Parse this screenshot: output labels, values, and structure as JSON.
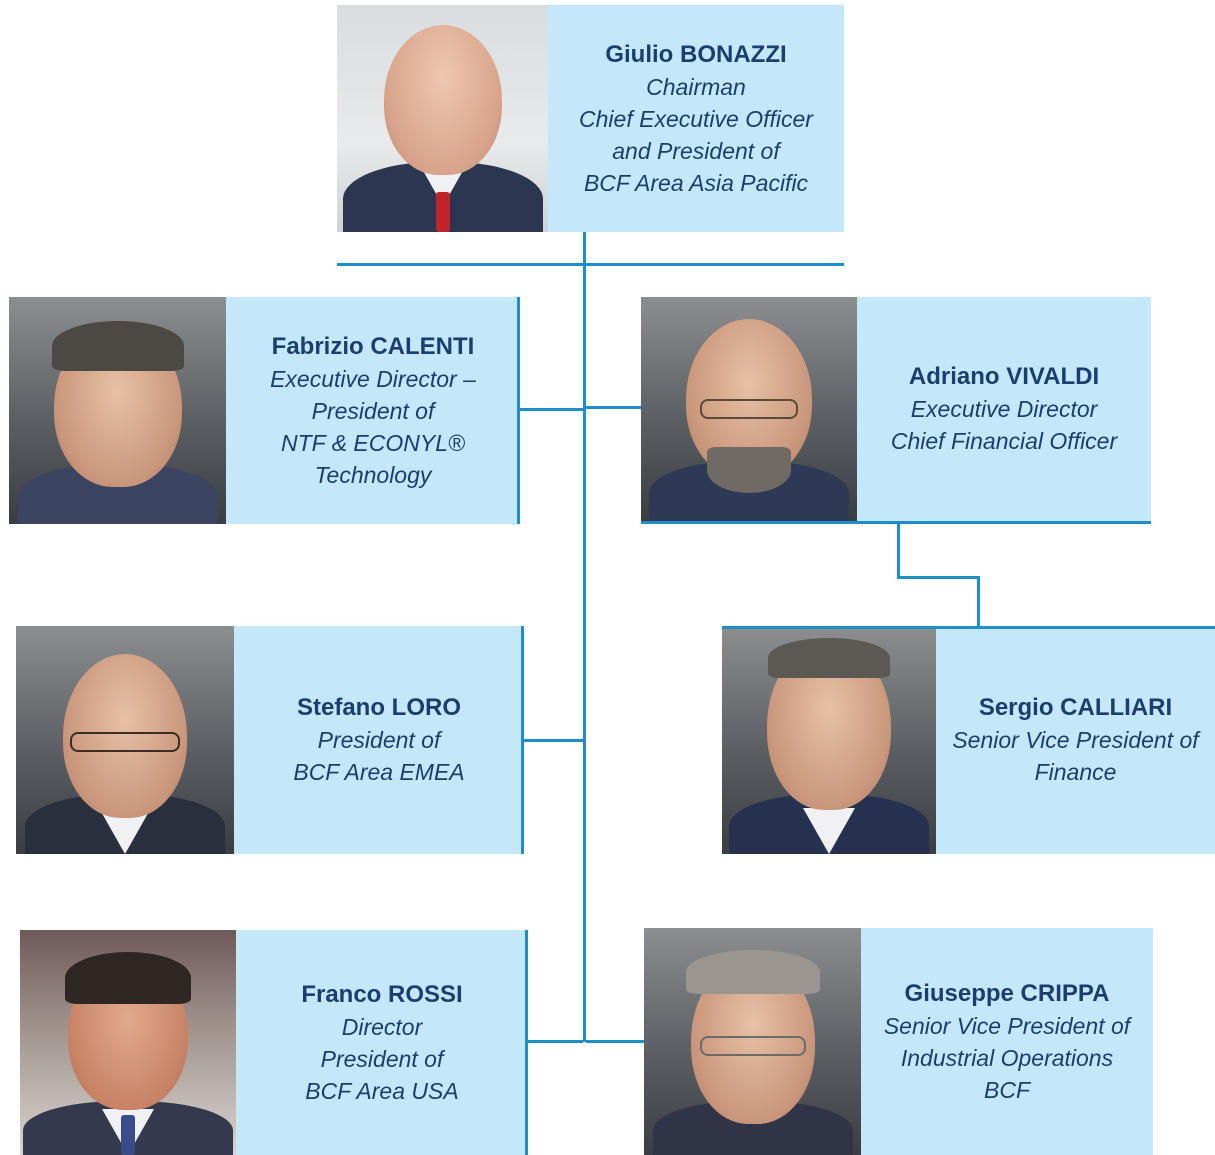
{
  "nodes": [
    {
      "id": "bonazzi",
      "name": "Giulio BONAZZI",
      "roles": [
        "Chairman",
        "Chief Executive Officer",
        "and President of",
        "BCF Area Asia Pacific"
      ]
    },
    {
      "id": "calenti",
      "name": "Fabrizio CALENTI",
      "roles": [
        "Executive Director –",
        "President of",
        "NTF & ECONYL®",
        "Technology"
      ]
    },
    {
      "id": "vivaldi",
      "name": "Adriano VIVALDI",
      "roles": [
        "Executive Director",
        "Chief Financial Officer"
      ]
    },
    {
      "id": "loro",
      "name": "Stefano LORO",
      "roles": [
        "President of",
        "BCF Area EMEA"
      ]
    },
    {
      "id": "calliari",
      "name": "Sergio CALLIARI",
      "roles": [
        "Senior Vice President of",
        "Finance"
      ]
    },
    {
      "id": "rossi",
      "name": "Franco ROSSI",
      "roles": [
        "Director",
        "President of",
        "BCF Area USA"
      ]
    },
    {
      "id": "crippa",
      "name": "Giuseppe CRIPPA",
      "roles": [
        "Senior Vice President of",
        "Industrial Operations",
        "BCF"
      ]
    }
  ],
  "edges": [
    [
      "bonazzi",
      "calenti"
    ],
    [
      "bonazzi",
      "vivaldi"
    ],
    [
      "bonazzi",
      "loro"
    ],
    [
      "bonazzi",
      "rossi"
    ],
    [
      "bonazzi",
      "crippa"
    ],
    [
      "vivaldi",
      "calliari"
    ]
  ],
  "colors": {
    "box": "#c4e7fa",
    "line": "#1f8dc8",
    "text": "#1b3e6e"
  }
}
